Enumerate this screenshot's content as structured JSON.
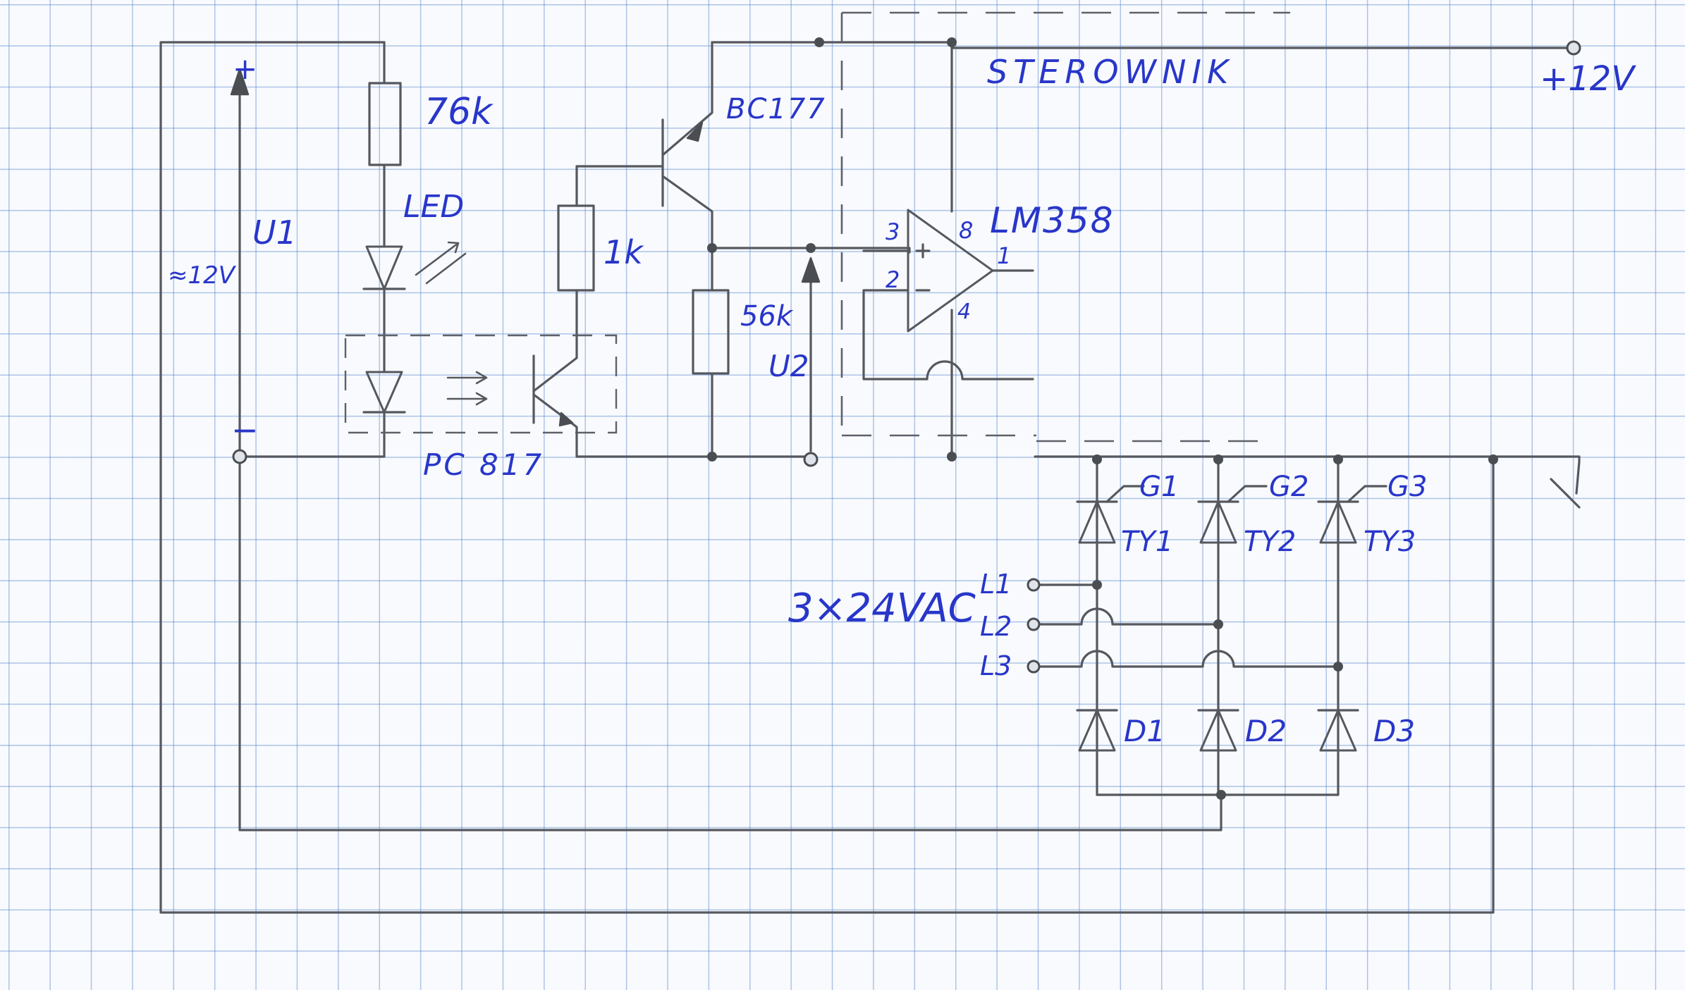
{
  "labels": {
    "controller": "STEROWNIK",
    "supply": "+12V",
    "r1": "76k",
    "led": "LED",
    "v1": "U1",
    "v1_value": "≈12V",
    "v1_plus": "+",
    "v1_minus": "−",
    "optocoupler": "PC 817",
    "r2": "1k",
    "transistor": "BC177",
    "r3": "56k",
    "v2": "U2",
    "opamp": "LM358",
    "pin3": "3",
    "pin2": "2",
    "pin8": "8",
    "pin1": "1",
    "pin4": "4",
    "op_plus": "+",
    "op_minus": "−",
    "g1": "G1",
    "g2": "G2",
    "g3": "G3",
    "ty1": "TY1",
    "ty2": "TY2",
    "ty3": "TY3",
    "ac_input": "3×24VAC",
    "l1": "L1",
    "l2": "L2",
    "l3": "L3",
    "d1": "D1",
    "d2": "D2",
    "d3": "D3"
  },
  "colors": {
    "ink": "#2836c9",
    "pencil": "#55585e",
    "grid": "#4678c8"
  }
}
